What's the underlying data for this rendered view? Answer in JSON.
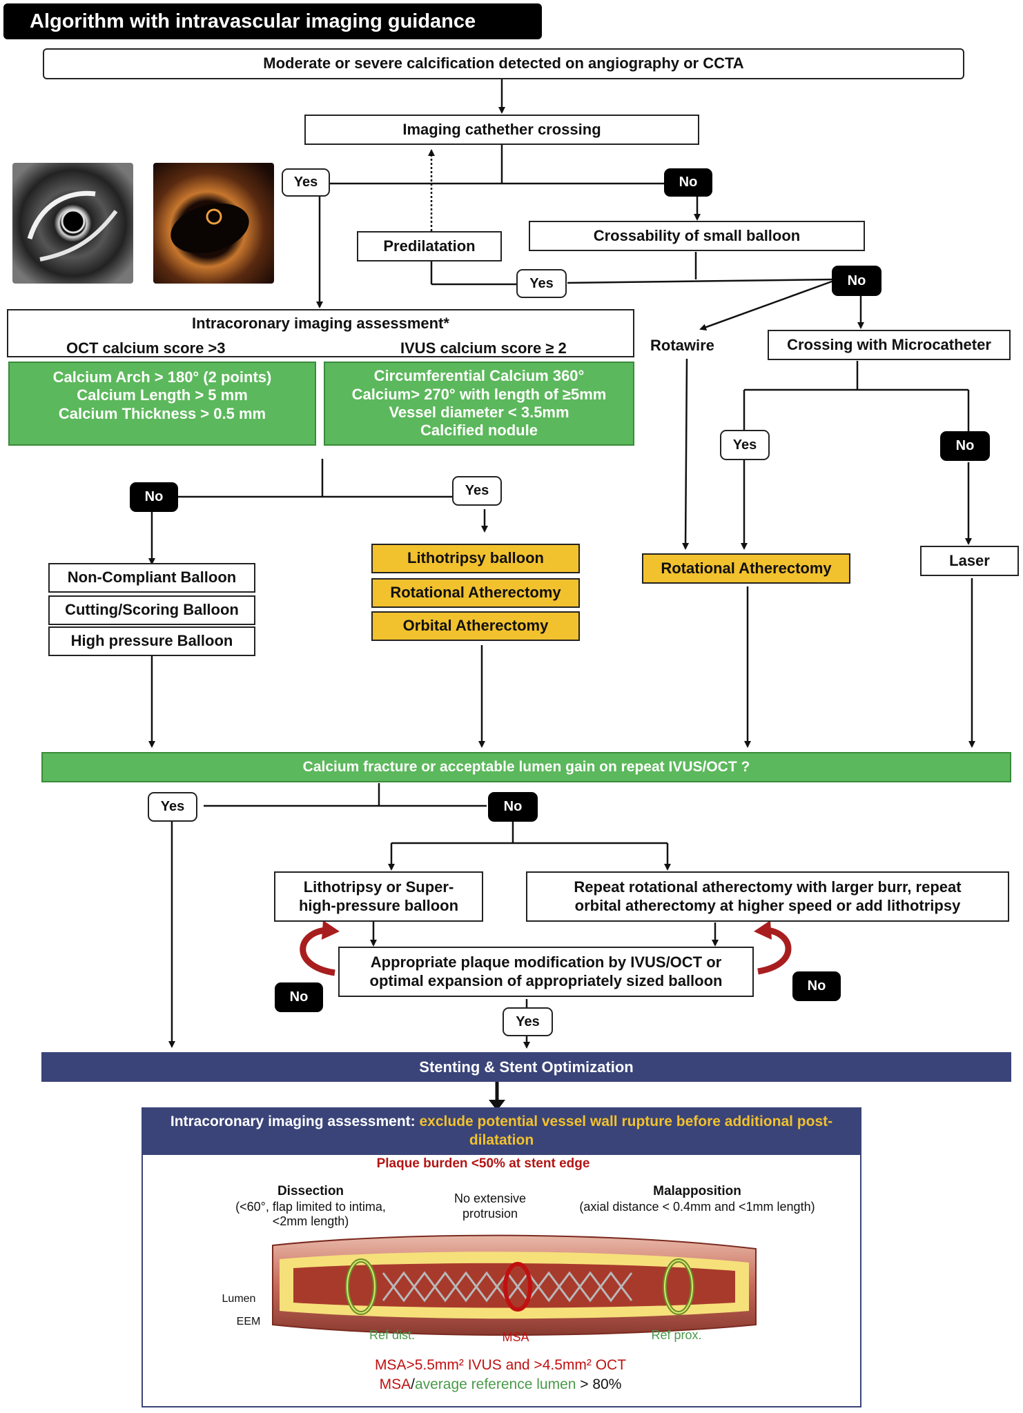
{
  "title": "Algorithm with intravascular imaging guidance",
  "start": "Moderate or severe calcification detected on angiography or CCTA",
  "imaging_crossing": "Imaging cathether crossing",
  "yes": "Yes",
  "no": "No",
  "predilatation": "Predilatation",
  "small_balloon": "Crossability of small balloon",
  "rotawire": "Rotawire",
  "microcatheter": "Crossing with Microcatheter",
  "assessment": {
    "title": "Intracoronary imaging assessment*",
    "oct_score": "OCT calcium score >3",
    "ivus_score": "IVUS calcium score ≥ 2",
    "oct_criteria": [
      "Calcium Arch > 180° (2 points)",
      "Calcium Length > 5 mm",
      "Calcium Thickness > 0.5 mm"
    ],
    "ivus_criteria": [
      "Circumferential Calcium 360°",
      "Calcium> 270° with length of ≥5mm",
      "Vessel diameter  < 3.5mm",
      "Calcified nodule"
    ]
  },
  "balloons": [
    "Non-Compliant Balloon",
    "Cutting/Scoring Balloon",
    "High pressure Balloon"
  ],
  "atherectomy": [
    "Lithotripsy balloon",
    "Rotational Atherectomy",
    "Orbital Atherectomy"
  ],
  "rotational": "Rotational Atherectomy",
  "laser": "Laser",
  "fracture_check": "Calcium fracture or acceptable lumen gain on repeat IVUS/OCT ?",
  "lithotripsy_super": [
    "Lithotripsy or Super-",
    "high-pressure balloon"
  ],
  "repeat_rota": [
    "Repeat rotational atherectomy with larger burr, repeat",
    "orbital atherectomy at higher speed or add lithotripsy"
  ],
  "plaque_mod": [
    "Appropriate plaque modification by IVUS/OCT or",
    "optimal expansion of appropriately sized balloon"
  ],
  "stenting": "Stenting & Stent Optimization",
  "final": {
    "prefix": "Intracoronary imaging assessment:",
    "highlight": "exclude potential vessel wall rupture before additional post-dilatation",
    "plaque_burden": "Plaque burden <50% at stent edge",
    "dissection_title": "Dissection",
    "dissection_detail": [
      "(<60°, flap limited to intima,",
      "<2mm length)"
    ],
    "protrusion": [
      "No extensive",
      "protrusion"
    ],
    "malapposition_title": "Malapposition",
    "malapposition_detail": "(axial distance < 0.4mm and <1mm length)",
    "lumen": "Lumen",
    "eem": "EEM",
    "ref_dist": "Ref dist.",
    "msa": "MSA",
    "ref_prox": "Ref prox.",
    "formula1": "MSA>5.5mm² IVUS and >4.5mm² OCT",
    "formula2_a": "MSA",
    "formula2_b": "/",
    "formula2_c": "average reference lumen",
    "formula2_d": " > 80%"
  },
  "colors": {
    "green": "#5cb85c",
    "orange": "#f2c12e",
    "navy": "#3a4478",
    "red": "#c0392b",
    "black": "#000000"
  }
}
